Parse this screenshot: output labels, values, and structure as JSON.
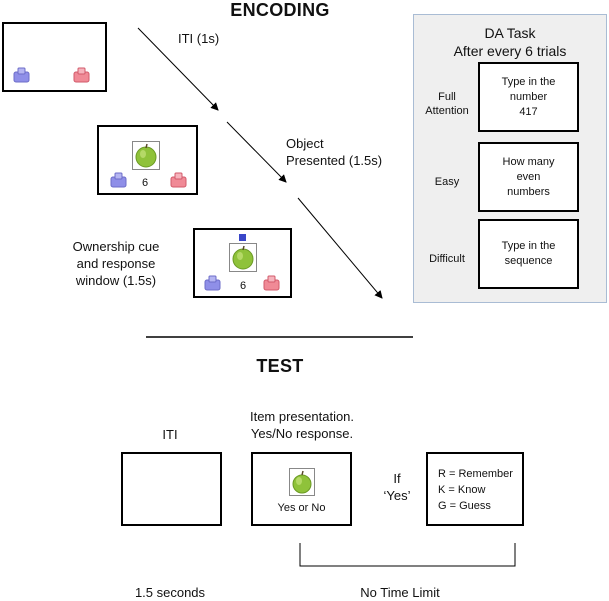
{
  "encoding": {
    "heading": "ENCODING",
    "iti_label": "ITI (1s)",
    "object_label": "Object\nPresented (1.5s)",
    "ownership_label": "Ownership cue\nand response\nwindow (1.5s)",
    "screen2_number": "6",
    "screen3_number": "6"
  },
  "da_task": {
    "title": "DA Task\nAfter every 6 trials",
    "conditions": [
      {
        "label": "Full\nAttention",
        "box": "Type in the\nnumber\n417"
      },
      {
        "label": "Easy",
        "box": "How many\neven\nnumbers"
      },
      {
        "label": "Difficult",
        "box": "Type in the\nsequence"
      }
    ]
  },
  "test": {
    "heading": "TEST",
    "iti_label": "ITI",
    "item_label": "Item presentation.\nYes/No response.",
    "item_screen_text": "Yes or No",
    "if_label": "If\n‘Yes’",
    "rkg_lines": [
      "R = Remember",
      "K = Know",
      "G = Guess"
    ],
    "duration_label": "1.5 seconds",
    "no_time_label": "No Time Limit"
  },
  "colors": {
    "blue_box": "#8f8fe8",
    "red_box": "#f08a96",
    "cue_square": "#3a46c8",
    "apple": "#8fc23a",
    "panel_bg": "#efefef",
    "panel_border": "#a9bcd4"
  }
}
